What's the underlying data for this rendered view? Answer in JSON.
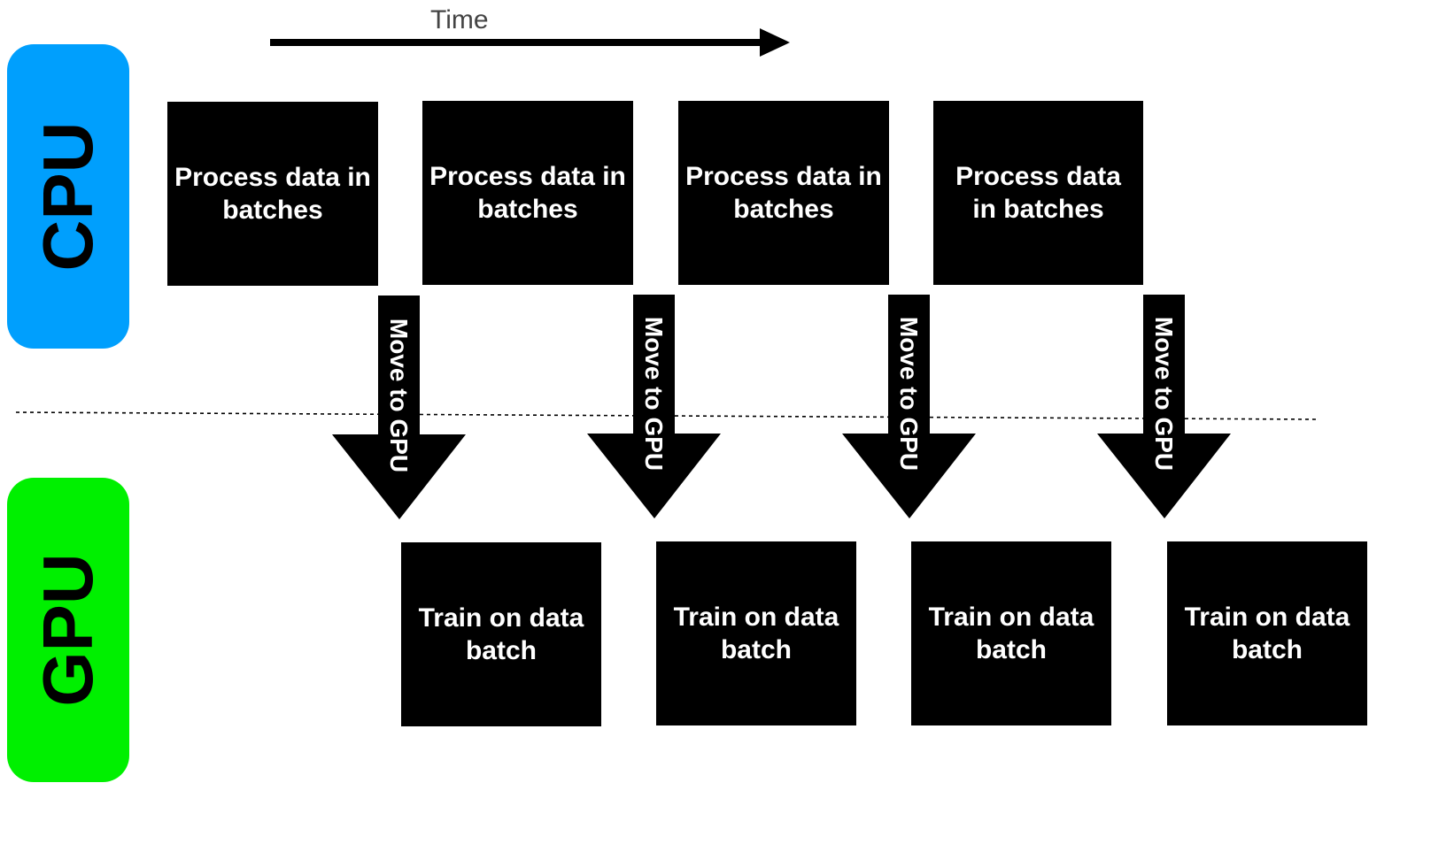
{
  "time_label": "Time",
  "lanes": {
    "cpu": {
      "label": "CPU",
      "color": "#009ffd"
    },
    "gpu": {
      "label": "GPU",
      "color": "#00f000"
    }
  },
  "cpu_steps": [
    {
      "text": "Process data in batches"
    },
    {
      "text": "Process data in batches"
    },
    {
      "text": "Process data in batches"
    },
    {
      "text": "Process data in batches"
    }
  ],
  "transfers": [
    {
      "text": "Move to GPU"
    },
    {
      "text": "Move to GPU"
    },
    {
      "text": "Move to GPU"
    },
    {
      "text": "Move to GPU"
    }
  ],
  "gpu_steps": [
    {
      "text": "Train on data batch"
    },
    {
      "text": "Train on data batch"
    },
    {
      "text": "Train on data batch"
    },
    {
      "text": "Train on data batch"
    }
  ]
}
